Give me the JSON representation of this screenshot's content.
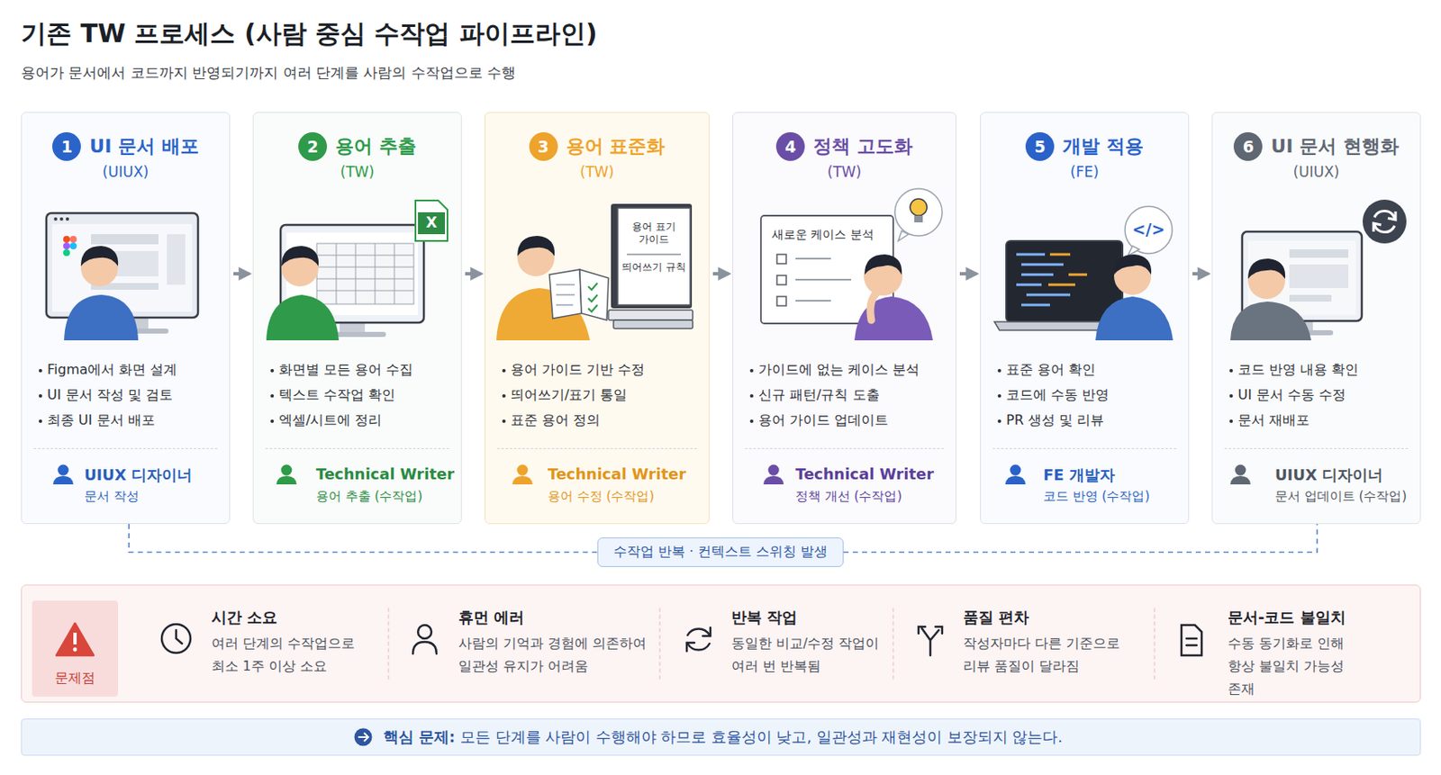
{
  "diagram": {
    "title": "기존 TW 프로세스 (사람 중심 수작업 파이프라인)",
    "caption": "용어가 문서에서 코드까지 반영되기까지 여러 단계를 사람의 수작업으로 수행",
    "nodes": [
      {
        "text": [
          "UI 문서 배포",
          "(UIUX)",
          "Figma에서 화면 설계",
          "UI 문서 작성 및 검토",
          "최종 UI 문서 배포",
          "UIUX 디자이너",
          "문서 작성"
        ]
      },
      {
        "text": [
          "1"
        ],
        "in": 0
      },
      {
        "text": [
          "용어 추출",
          "(TW)",
          "화면별 모든 용어 수집",
          "텍스트 수작업 확인",
          "엑셀/시트에 정리",
          "Technical Writer",
          "용어 추출 (수작업)"
        ]
      },
      {
        "text": [
          "2"
        ],
        "in": 2
      },
      {
        "text": [
          "용어 표준화",
          "(TW)",
          "용어 가이드 기반 수정",
          "띄어쓰기/표기 통일",
          "표준 용어 정의",
          "Technical Writer",
          "용어 수정 (수작업)"
        ]
      },
      {
        "text": [
          "3"
        ],
        "in": 4
      },
      {
        "text": [
          "정책 고도화",
          "(TW)",
          "가이드에 없는 케이스 분석",
          "신규 패턴/규칙 도출",
          "용어 가이드 업데이트",
          "Technical Writer",
          "정책 개선 (수작업)"
        ]
      },
      {
        "text": [
          "4"
        ],
        "in": 6
      },
      {
        "text": [
          "개발 적용",
          "(FE)",
          "표준 용어 확인",
          "코드에 수동 반영",
          "PR 생성 및 리뷰",
          "FE 개발자",
          "코드 반영 (수작업)"
        ]
      },
      {
        "text": [
          "5"
        ],
        "in": 8
      },
      {
        "text": [
          "UI 문서 현행화",
          "(UIUX)",
          "코드 반영 내용 확인",
          "UI 문서 수동 수정",
          "문서 재배포",
          "UIUX 디자이너",
          "문서 업데이트 (수작업)"
        ]
      },
      {
        "text": [
          "6"
        ],
        "in": 10
      },
      {
        "text": [
          "수작업 반복 · 컨텍스트 스위칭 발생"
        ]
      },
      {
        "text": [
          "시간 소요",
          "여러 단계의 수작업으로 최소 1주 이상 소요",
          "휴먼 에러",
          "사람의 기억과 경험에 의존하여 일관성 유지가 어려움",
          "반복 작업",
          "동일한 비교/수정 작업이 여러 번 반복됨",
          "품질 편차",
          "작성자마다 다른 기준으로 리뷰 품질이 달라짐",
          "문서-코드 불일치",
          "수동 동기화로 인해 항상 불일치 가능성 존재"
        ]
      },
      {
        "text": [
          "문제점"
        ],
        "in": 13
      },
      {
        "text": [
          "핵심 문제:",
          "모든 단계를 사람이 수행해야 하므로 효율성이 낮고, 일관성과 재현성이 보장되지 않는다."
        ]
      }
    ],
    "edges": [
      {
        "from": 0,
        "to": 2,
        "arrow": "to"
      },
      {
        "from": 2,
        "to": 4,
        "arrow": "to"
      },
      {
        "from": 4,
        "to": 6,
        "arrow": "to"
      },
      {
        "from": 6,
        "to": 8,
        "arrow": "to"
      },
      {
        "from": 8,
        "to": 10,
        "arrow": "to"
      },
      {
        "from": 0,
        "to": 12,
        "arrow": "none"
      },
      {
        "from": 12,
        "to": 10,
        "arrow": "none"
      }
    ],
    "labels": [
      "용어 표기 가이드",
      "띄어쓰기 규칙",
      "새로운 케이스 분석",
      "X",
      "</>"
    ]
  }
}
